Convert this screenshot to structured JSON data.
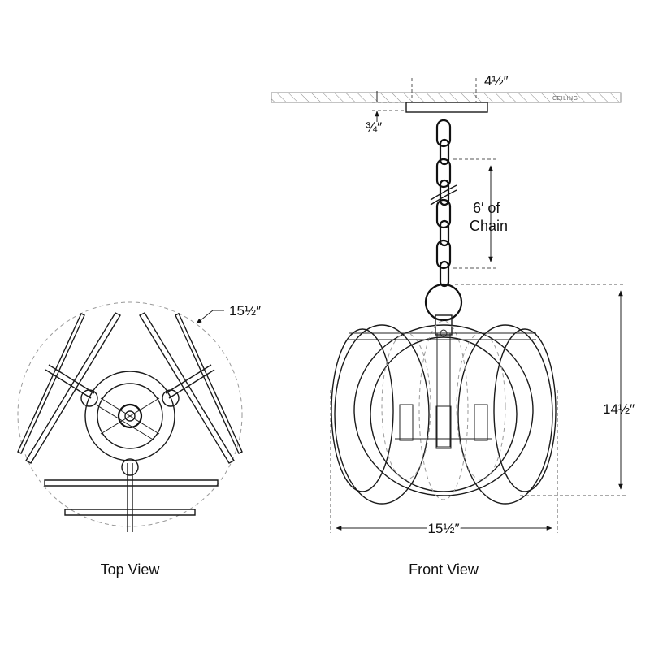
{
  "top_view": {
    "caption": "Top View",
    "diameter_label": "15½″"
  },
  "front_view": {
    "caption": "Front View",
    "ceiling_label": "CEILING",
    "canopy_width_label": "4½″",
    "canopy_height_label": "¾″",
    "chain_label_line1": "6′ of",
    "chain_label_line2": "Chain",
    "height_label": "14½″",
    "width_label": "15½″"
  },
  "colors": {
    "line": "#1a1a1a",
    "dash": "#555555",
    "hatch": "#888888"
  }
}
